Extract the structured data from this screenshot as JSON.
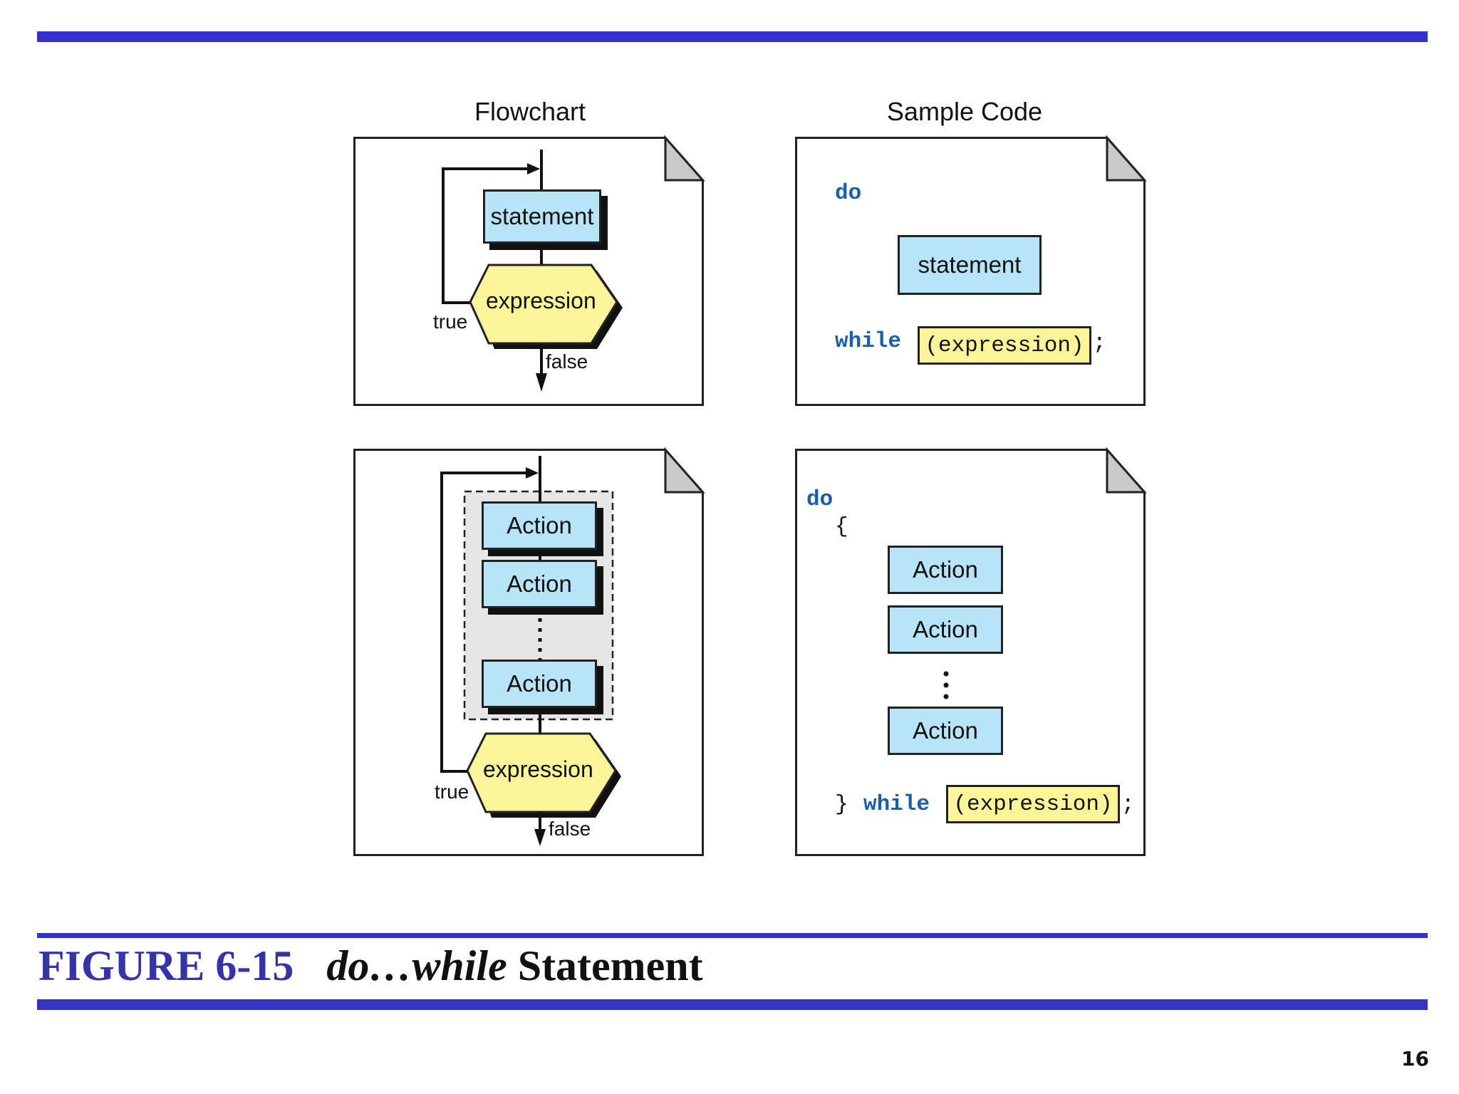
{
  "figure": {
    "number": "FIGURE 6-15",
    "title_italic": "do…while",
    "title_rest": "Statement"
  },
  "columns": {
    "left_title": "Flowchart",
    "right_title": "Sample Code"
  },
  "flowchart_single": {
    "statement": "statement",
    "expression": "expression",
    "true_label": "true",
    "false_label": "false"
  },
  "code_single": {
    "do_kw": "do",
    "statement": "statement",
    "while_kw": "while",
    "expression": "(expression)",
    "semicolon": ";"
  },
  "flowchart_block": {
    "actions": [
      "Action",
      "Action",
      "Action"
    ],
    "expression": "expression",
    "true_label": "true",
    "false_label": "false"
  },
  "code_block": {
    "do_kw": "do",
    "open_brace": "{",
    "actions": [
      "Action",
      "Action",
      "Action"
    ],
    "close_brace": "}",
    "while_kw": "while",
    "expression": "(expression)",
    "semicolon": ";"
  },
  "colors": {
    "accent_bar": "#3333cc",
    "box_fill": "#b7e5f7",
    "expression_fill": "#fdf59a",
    "keyword": "#1a5fa8"
  },
  "page_number": "16"
}
